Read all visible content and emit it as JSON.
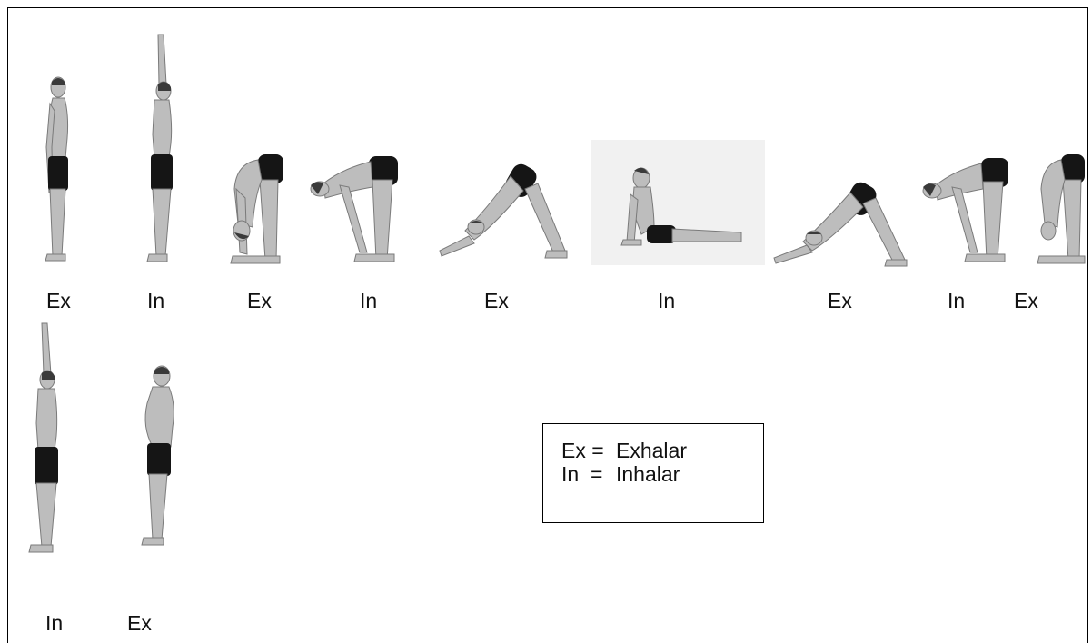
{
  "poses": [
    {
      "label": "Ex",
      "pose": "standing"
    },
    {
      "label": "In",
      "pose": "arms-raised"
    },
    {
      "label": "Ex",
      "pose": "forward-fold"
    },
    {
      "label": "In",
      "pose": "half-lift"
    },
    {
      "label": "Ex",
      "pose": "downward-dog"
    },
    {
      "label": "In",
      "pose": "upward-dog"
    },
    {
      "label": "Ex",
      "pose": "downward-dog"
    },
    {
      "label": "In",
      "pose": "half-lift"
    },
    {
      "label": "Ex",
      "pose": "forward-fold"
    },
    {
      "label": "In",
      "pose": "arms-raised"
    },
    {
      "label": "Ex",
      "pose": "standing"
    }
  ],
  "legend": {
    "rows": [
      {
        "key": "Ex =",
        "meaning": "Exhalar"
      },
      {
        "key": "In  =",
        "meaning": "Inhalar"
      }
    ]
  }
}
